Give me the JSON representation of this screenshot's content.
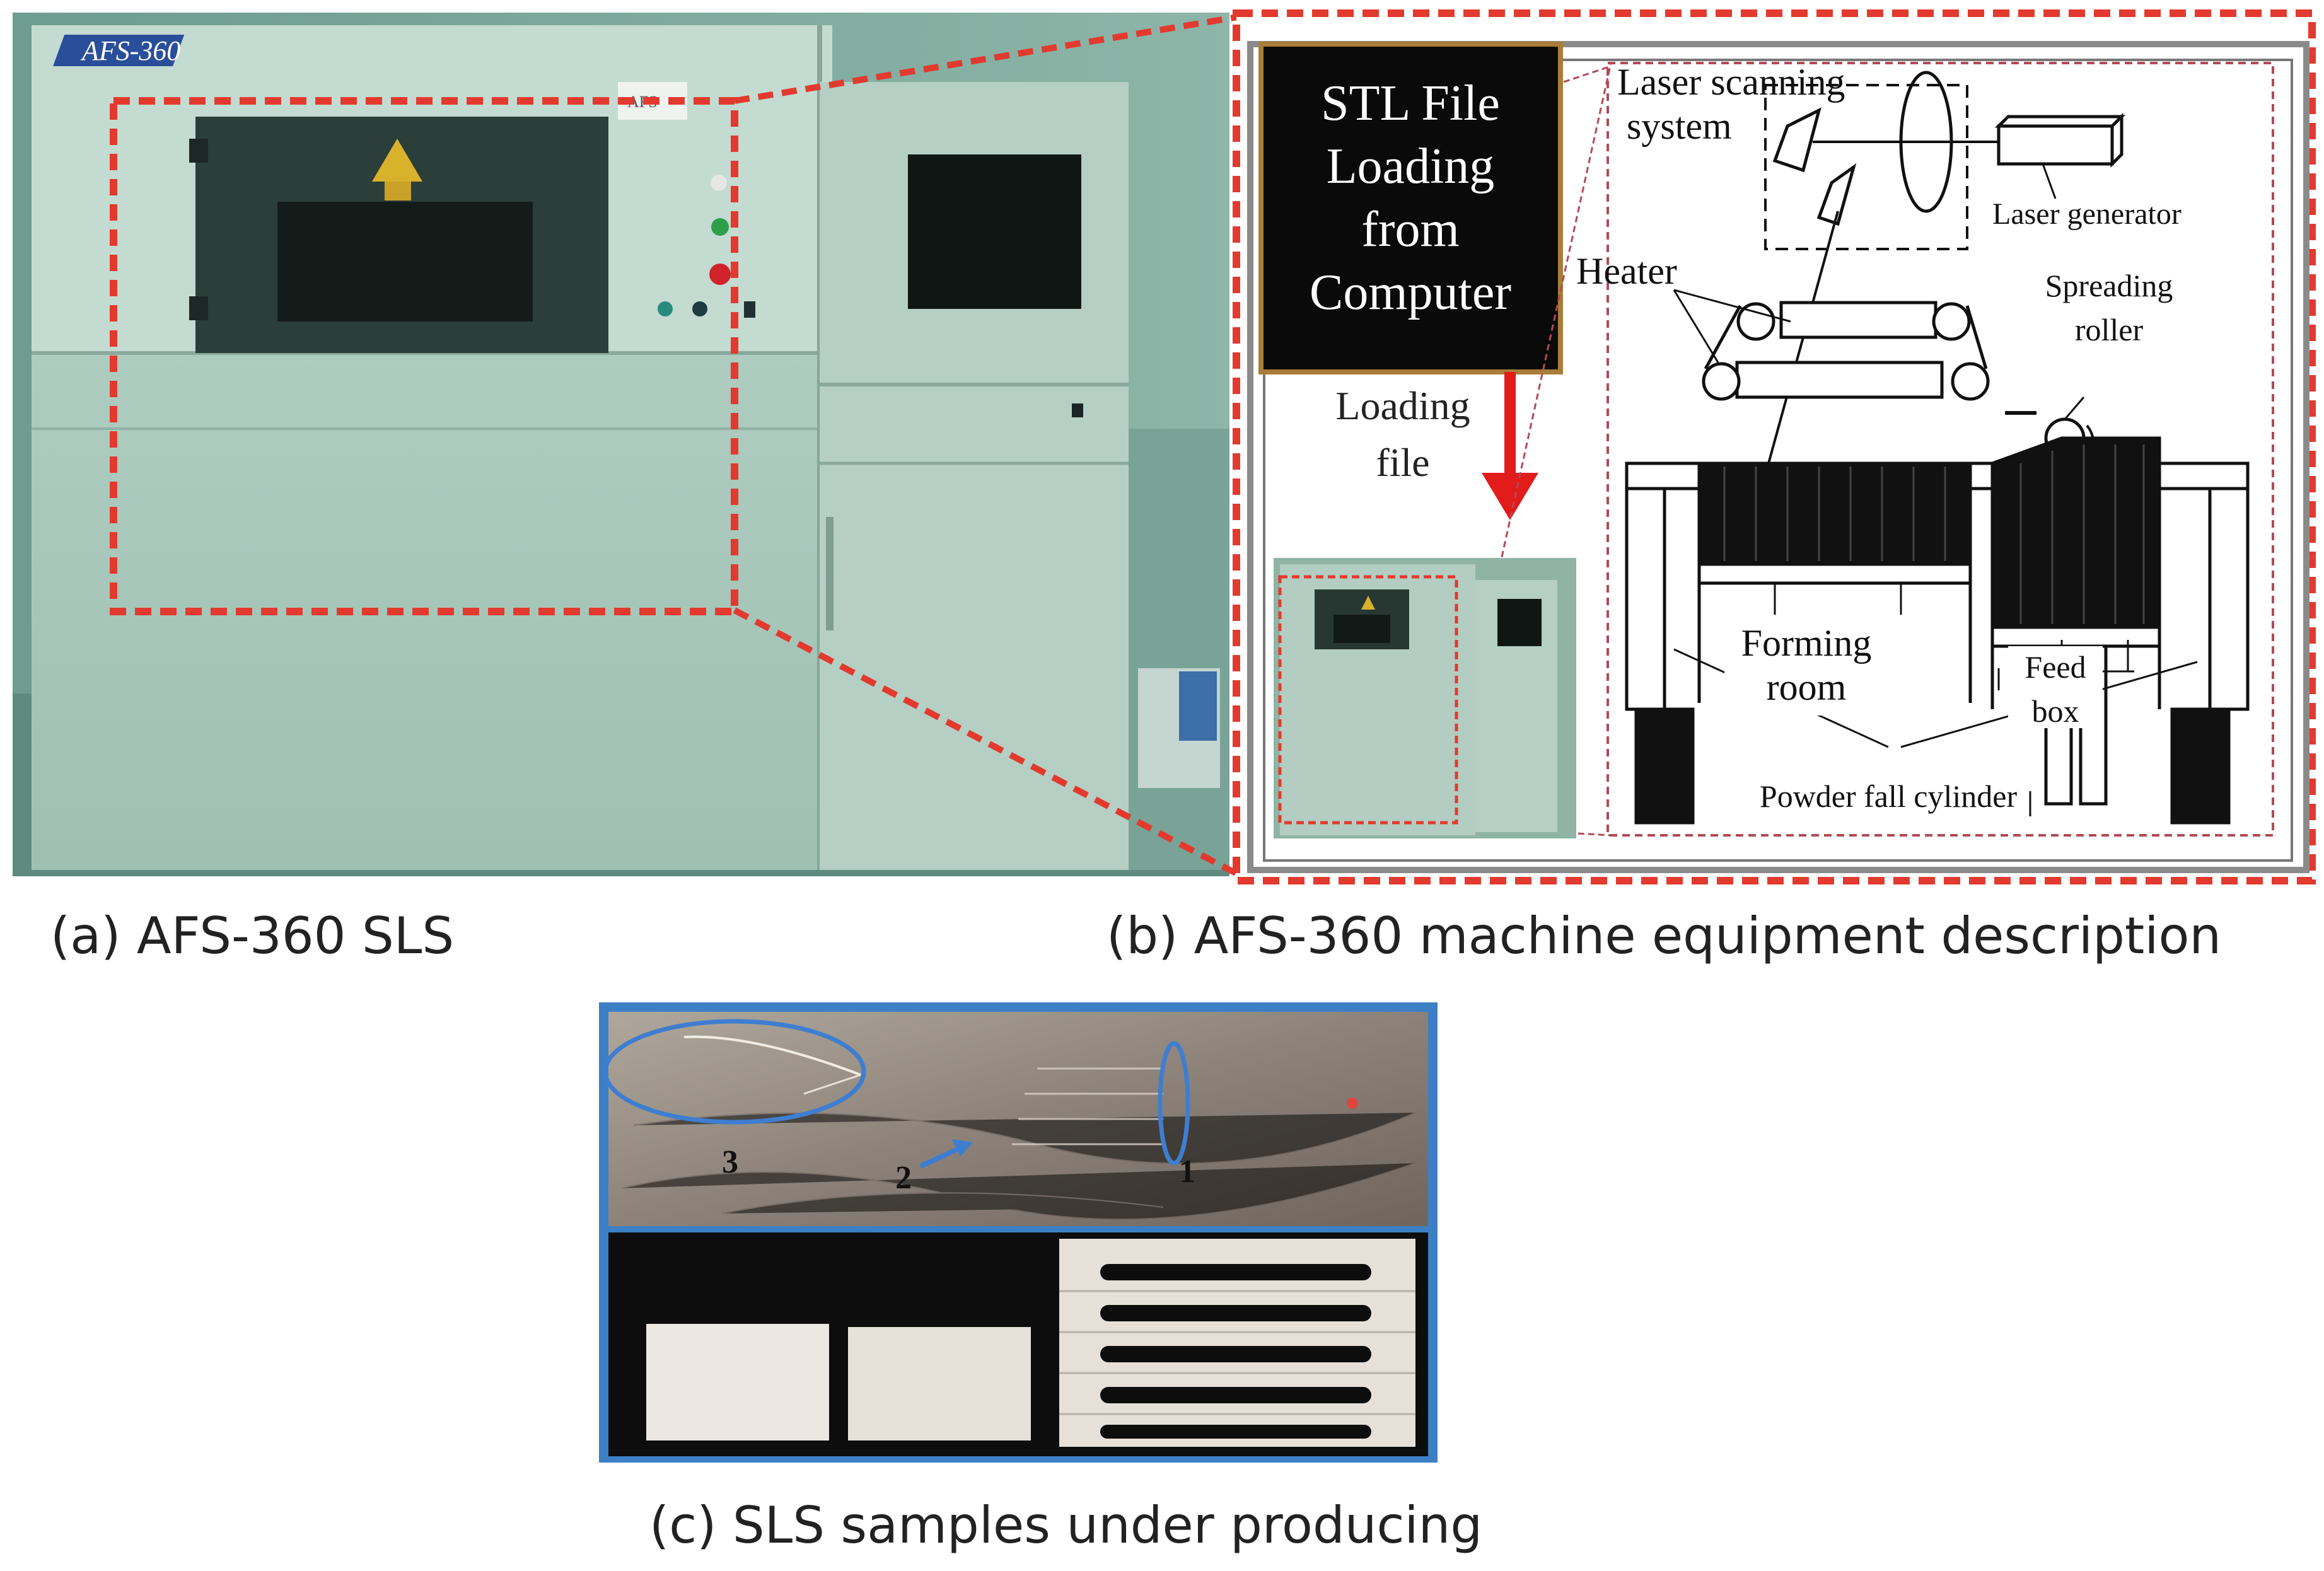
{
  "panel_a": {
    "caption": "(a) AFS-360  SLS",
    "machine_badge": "AFS-360",
    "sticker": "AFS"
  },
  "panel_b": {
    "caption": "(b) AFS-360 machine equipment description",
    "stl_box_lines": [
      "STL File",
      "Loading",
      "from",
      "Computer"
    ],
    "loading_file_lines": [
      "Loading",
      "file"
    ],
    "labels": {
      "laser_scanning_1": "Laser scanning",
      "laser_scanning_2": "system",
      "laser_generator": "Laser generator",
      "heater": "Heater",
      "spreading_roller_1": "Spreading",
      "spreading_roller_2": "roller",
      "forming_room_1": "Forming",
      "forming_room_2": "room",
      "feed_box_1": "Feed",
      "feed_box_2": "box",
      "powder_fall_cylinder": "Powder fall cylinder"
    },
    "colors": {
      "dashed_red": "#e23a2e",
      "arrow_red": "#e21b1b",
      "stl_box_bg": "#0a0a0a",
      "stl_box_border": "#a87d3a"
    }
  },
  "panel_c": {
    "caption": "(c) SLS samples under producing",
    "markers": [
      "1",
      "2",
      "3"
    ],
    "colors": {
      "frame": "#3d7fc4",
      "annotation": "#3e7ed1"
    }
  }
}
